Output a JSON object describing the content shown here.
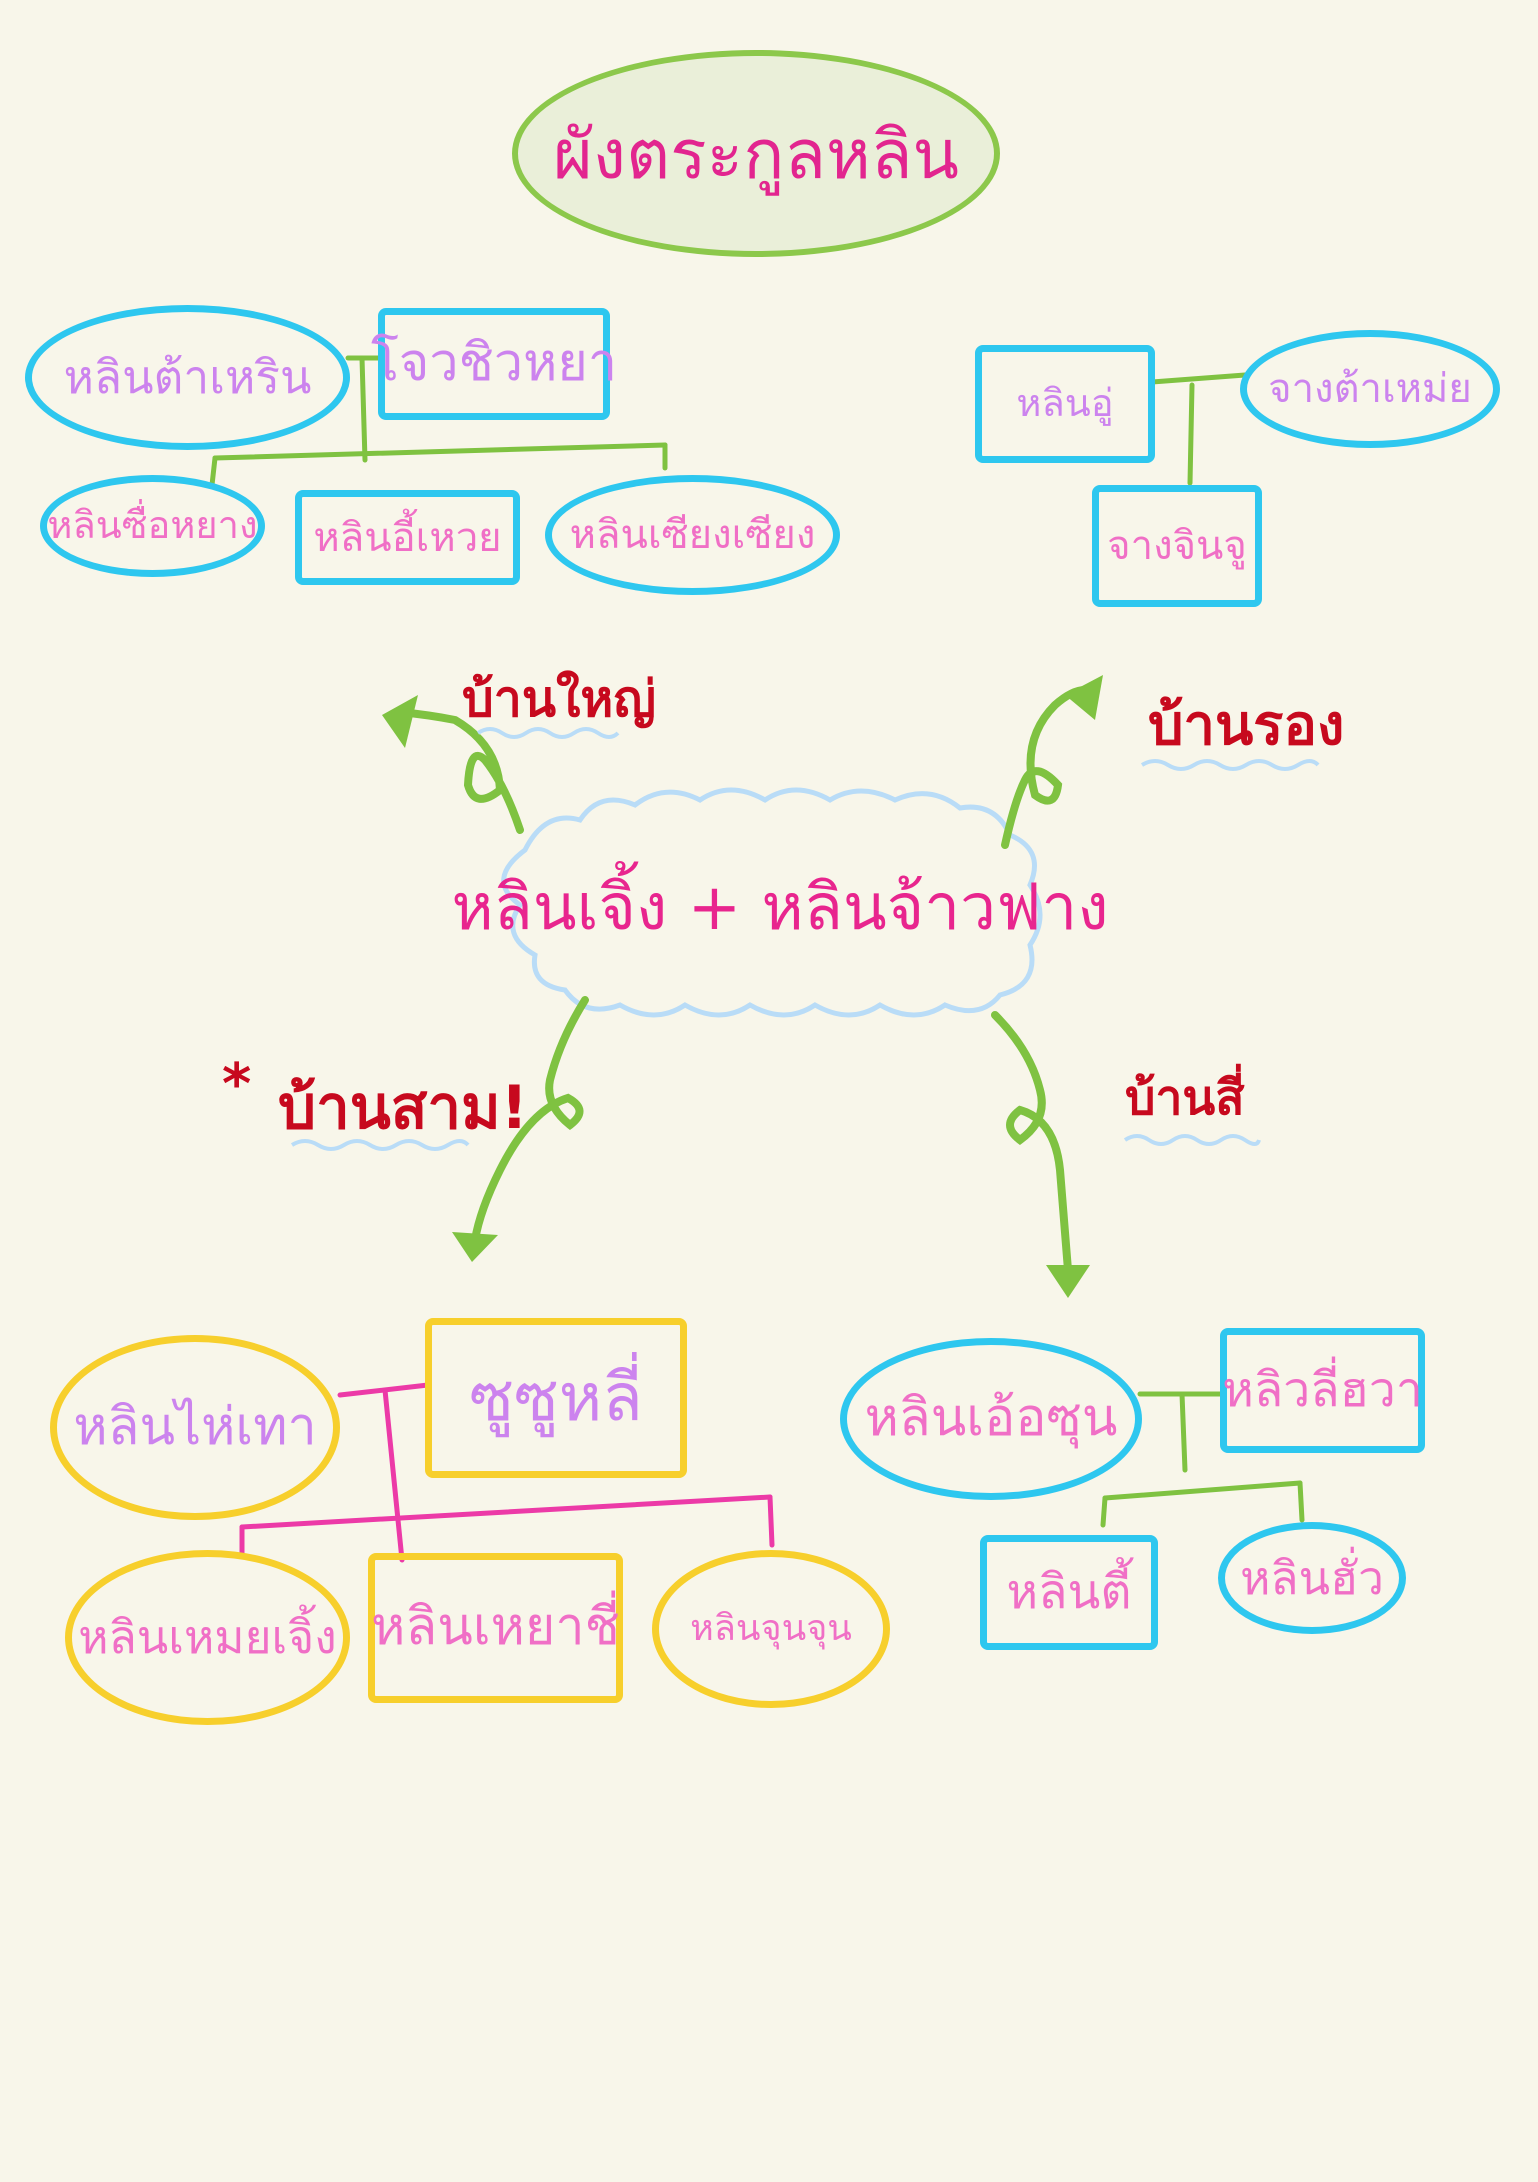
{
  "title": "ผังตระกูลหลิน",
  "center": "หลินเจิ้ง + หลินจ้าวฟาง",
  "branches": {
    "top_left": "บ้านใหญ่",
    "top_right": "บ้านรอง",
    "bottom_left": "บ้านสาม!",
    "bottom_left_mark": "*",
    "bottom_right": "บ้านสี่"
  },
  "top_left_family": {
    "husband": "หลินต้าเหริน",
    "wife": "โจวชิวหยา",
    "children": [
      "หลินซื่อหยาง",
      "หลินอี้เหวย",
      "หลินเซียงเซียง"
    ]
  },
  "top_right_family": {
    "husband": "หลินอู่",
    "wife": "จางต้าเหม่ย",
    "child": "จางจินจู"
  },
  "bottom_left_family": {
    "husband": "หลินไห่เทา",
    "wife": "ซูซูหลี่",
    "children": [
      "หลินเหมยเจิ้ง",
      "หลินเหยาชี่",
      "หลินจุนจุน"
    ]
  },
  "bottom_right_family": {
    "husband": "หลินเอ้อซุน",
    "wife": "หลิวลี่ฮวา",
    "children": [
      "หลินตี้",
      "หลินฮั่ว"
    ]
  },
  "colors": {
    "background": "#f8f6ea",
    "connector_green": "#7fc241",
    "connector_magenta": "#ec3aa7",
    "cyan": "#2ec7ef",
    "yellow": "#f7cf2c",
    "cloud": "#b9dcf7",
    "label_red": "#c7091e"
  }
}
